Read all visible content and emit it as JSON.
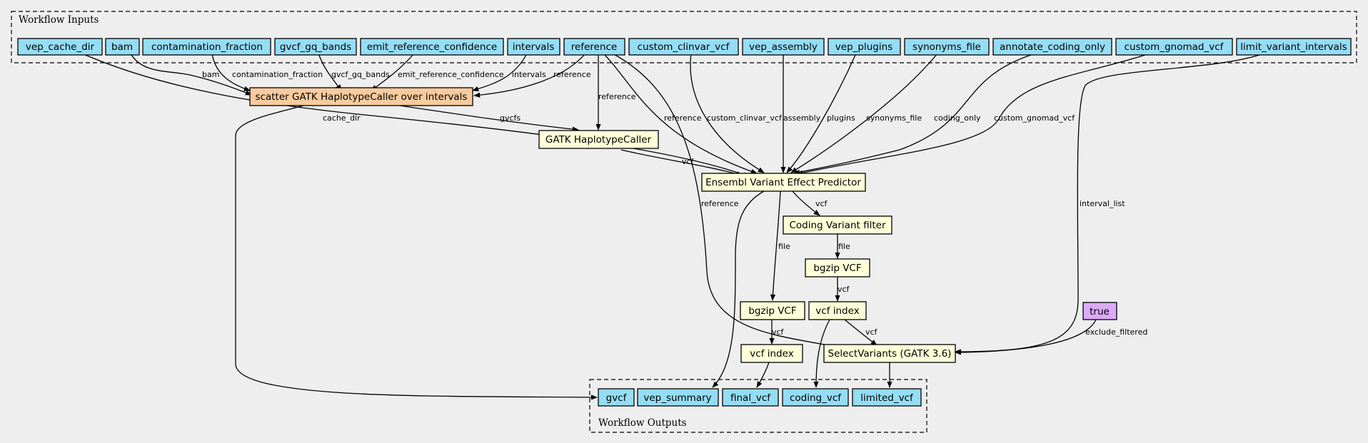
{
  "clusters": {
    "inputs_label": "Workflow Inputs",
    "outputs_label": "Workflow Outputs"
  },
  "colors": {
    "background": "#eeeeee",
    "input": "#94ddf4",
    "step": "#ffffd8",
    "scatter_step": "#f8cc9e",
    "constant": "#ddaaf8"
  },
  "nodes": {
    "vep_cache_dir": "vep_cache_dir",
    "bam": "bam",
    "contamination_fraction": "contamination_fraction",
    "gvcf_gq_bands": "gvcf_gq_bands",
    "emit_reference_confidence": "emit_reference_confidence",
    "intervals": "intervals",
    "reference": "reference",
    "custom_clinvar_vcf": "custom_clinvar_vcf",
    "vep_assembly": "vep_assembly",
    "vep_plugins": "vep_plugins",
    "synonyms_file": "synonyms_file",
    "annotate_coding_only": "annotate_coding_only",
    "custom_gnomad_vcf": "custom_gnomad_vcf",
    "limit_variant_intervals": "limit_variant_intervals",
    "scatter_haplotype": "scatter GATK HaplotypeCaller over intervals",
    "gatk_haplotypecaller": "GATK HaplotypeCaller",
    "vep": "Ensembl Variant Effect Predictor",
    "coding_filter": "Coding Variant filter",
    "bgzip_coding": "bgzip VCF",
    "bgzip_final": "bgzip VCF",
    "index_coding": "vcf index",
    "index_final": "vcf index",
    "select_variants": "SelectVariants (GATK 3.6)",
    "true_const": "true",
    "out_gvcf": "gvcf",
    "out_vep_summary": "vep_summary",
    "out_final_vcf": "final_vcf",
    "out_coding_vcf": "coding_vcf",
    "out_limited_vcf": "limited_vcf"
  },
  "edge_labels": {
    "bam": "bam",
    "contamination_fraction": "contamination_fraction",
    "gvcf_gq_bands": "gvcf_gq_bands",
    "emit_reference_confidence": "emit_reference_confidence",
    "intervals": "intervals",
    "reference_scatter": "reference",
    "reference_hc": "reference",
    "reference_vep": "reference",
    "reference_select": "reference",
    "cache_dir": "cache_dir",
    "gvcfs": "gvcfs",
    "vcf_hc_vep": "vcf",
    "custom_clinvar_vcf": "custom_clinvar_vcf",
    "assembly": "assembly",
    "plugins": "plugins",
    "synonyms_file": "synonyms_file",
    "coding_only": "coding_only",
    "custom_gnomad_vcf": "custom_gnomad_vcf",
    "interval_list": "interval_list",
    "vcf_vep_filter": "vcf",
    "file_vep_bgzip": "file",
    "file_filter_bgzip": "file",
    "vcf_bgzip_index_coding": "vcf",
    "vcf_bgzip_index_final": "vcf",
    "vcf_index_select": "vcf",
    "exclude_filtered": "exclude_filtered"
  }
}
